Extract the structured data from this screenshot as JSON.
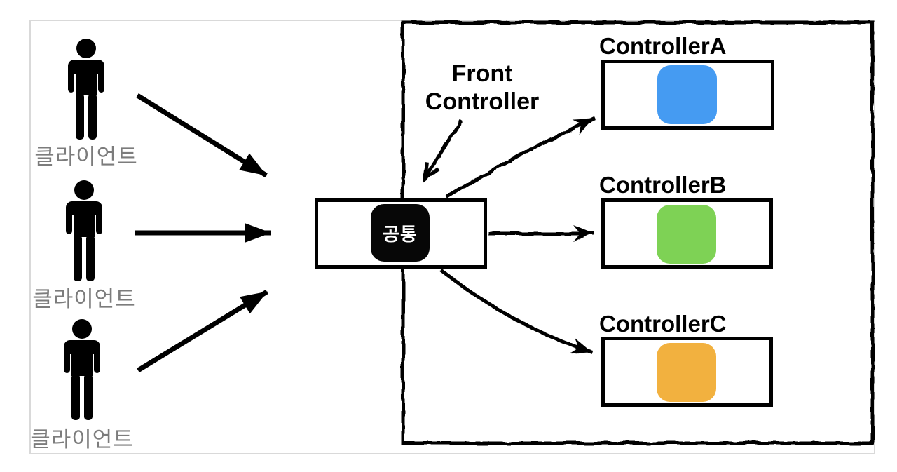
{
  "diagram": {
    "clients": [
      {
        "label": "클라이언트"
      },
      {
        "label": "클라이언트"
      },
      {
        "label": "클라이언트"
      }
    ],
    "front_controller": {
      "title_line1": "Front",
      "title_line2": "Controller",
      "box_label": "공통"
    },
    "controllers": [
      {
        "label": "ControllerA",
        "color": "#459BF2"
      },
      {
        "label": "ControllerB",
        "color": "#7ED255"
      },
      {
        "label": "ControllerC",
        "color": "#F2B13F"
      }
    ],
    "colors": {
      "ink": "#000000",
      "label_gray": "#7C7C7C",
      "frame_gray": "#D9D9D9"
    }
  }
}
